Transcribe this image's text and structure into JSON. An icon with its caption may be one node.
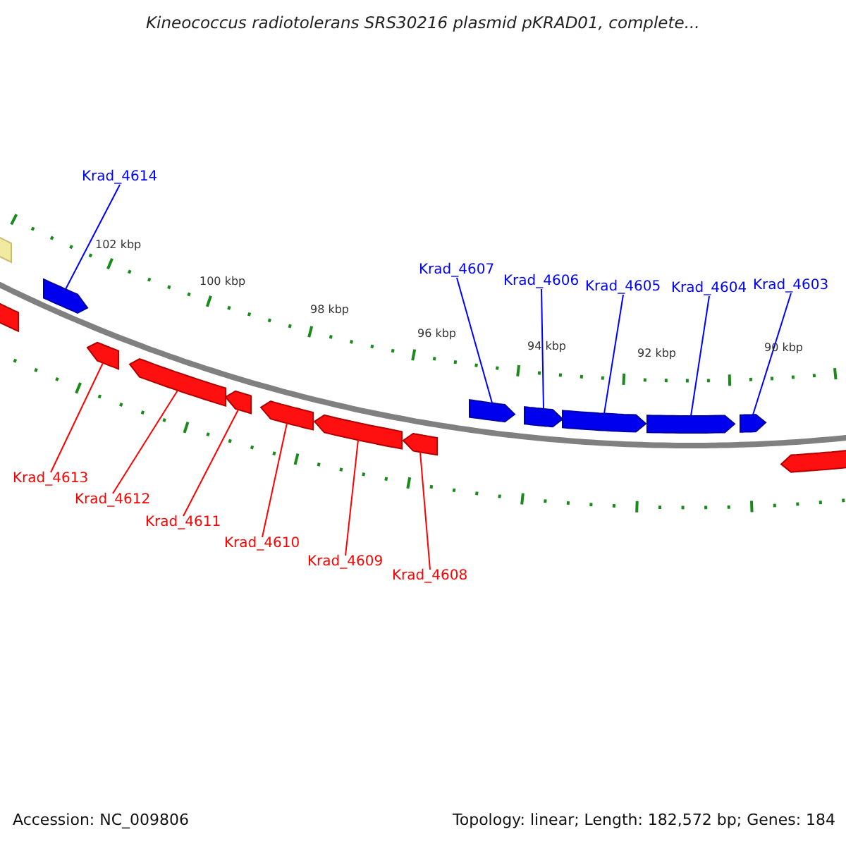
{
  "diagram": {
    "title": "Kineococcus radiotolerans SRS30216 plasmid pKRAD01, complete...",
    "nodes": [
      {
        "text": [
          "Krad_4614"
        ]
      },
      {
        "text": [
          "Krad_4607"
        ]
      },
      {
        "text": [
          "Krad_4606"
        ]
      },
      {
        "text": [
          "Krad_4605"
        ]
      },
      {
        "text": [
          "Krad_4604"
        ]
      },
      {
        "text": [
          "Krad_4603"
        ]
      },
      {
        "text": [
          "Krad_4613"
        ]
      },
      {
        "text": [
          "Krad_4612"
        ]
      },
      {
        "text": [
          "Krad_4611"
        ]
      },
      {
        "text": [
          "Krad_4610"
        ]
      },
      {
        "text": [
          "Krad_4609"
        ]
      },
      {
        "text": [
          "Krad_4608"
        ]
      },
      {
        "text": [],
        "shape": "box"
      },
      {
        "text": [],
        "shape": "pentagon"
      },
      {
        "text": [],
        "shape": "pentagon"
      },
      {
        "text": [],
        "shape": "pentagon"
      },
      {
        "text": [],
        "shape": "pentagon"
      },
      {
        "text": [],
        "shape": "pentagon"
      },
      {
        "text": [],
        "shape": "pentagon"
      },
      {
        "text": [],
        "shape": "pentagon"
      },
      {
        "text": [],
        "shape": "pentagon"
      },
      {
        "text": [],
        "shape": "pentagon"
      },
      {
        "text": [],
        "shape": "pentagon"
      },
      {
        "text": [],
        "shape": "pentagon"
      },
      {
        "text": [],
        "shape": "pentagon"
      },
      {
        "text": [],
        "shape": "pentagon"
      },
      {
        "text": [],
        "shape": "pentagon"
      }
    ],
    "edges": [
      {
        "from": 0,
        "to": 14,
        "arrow": "none"
      },
      {
        "from": 1,
        "to": 21,
        "arrow": "none"
      },
      {
        "from": 2,
        "to": 22,
        "arrow": "none"
      },
      {
        "from": 3,
        "to": 23,
        "arrow": "none"
      },
      {
        "from": 4,
        "to": 24,
        "arrow": "none"
      },
      {
        "from": 5,
        "to": 25,
        "arrow": "none"
      },
      {
        "from": 6,
        "to": 15,
        "arrow": "none",
        "color": "#ff0000"
      },
      {
        "from": 7,
        "to": 16,
        "arrow": "none",
        "color": "#ff0000"
      },
      {
        "from": 8,
        "to": 17,
        "arrow": "none",
        "color": "#ff0000"
      },
      {
        "from": 9,
        "to": 18,
        "arrow": "none",
        "color": "#ff0000"
      },
      {
        "from": 10,
        "to": 19,
        "arrow": "none",
        "color": "#ff0000"
      },
      {
        "from": 11,
        "to": 20,
        "arrow": "none",
        "color": "#ff0000"
      }
    ],
    "labels": [
      "102 kbp",
      "100 kbp",
      "98 kbp",
      "96 kbp",
      "94 kbp",
      "92 kbp",
      "90 kbp",
      "Accession: NC_009806",
      "Topology: linear; Length: 182,572 bp; Genes: 184"
    ]
  }
}
